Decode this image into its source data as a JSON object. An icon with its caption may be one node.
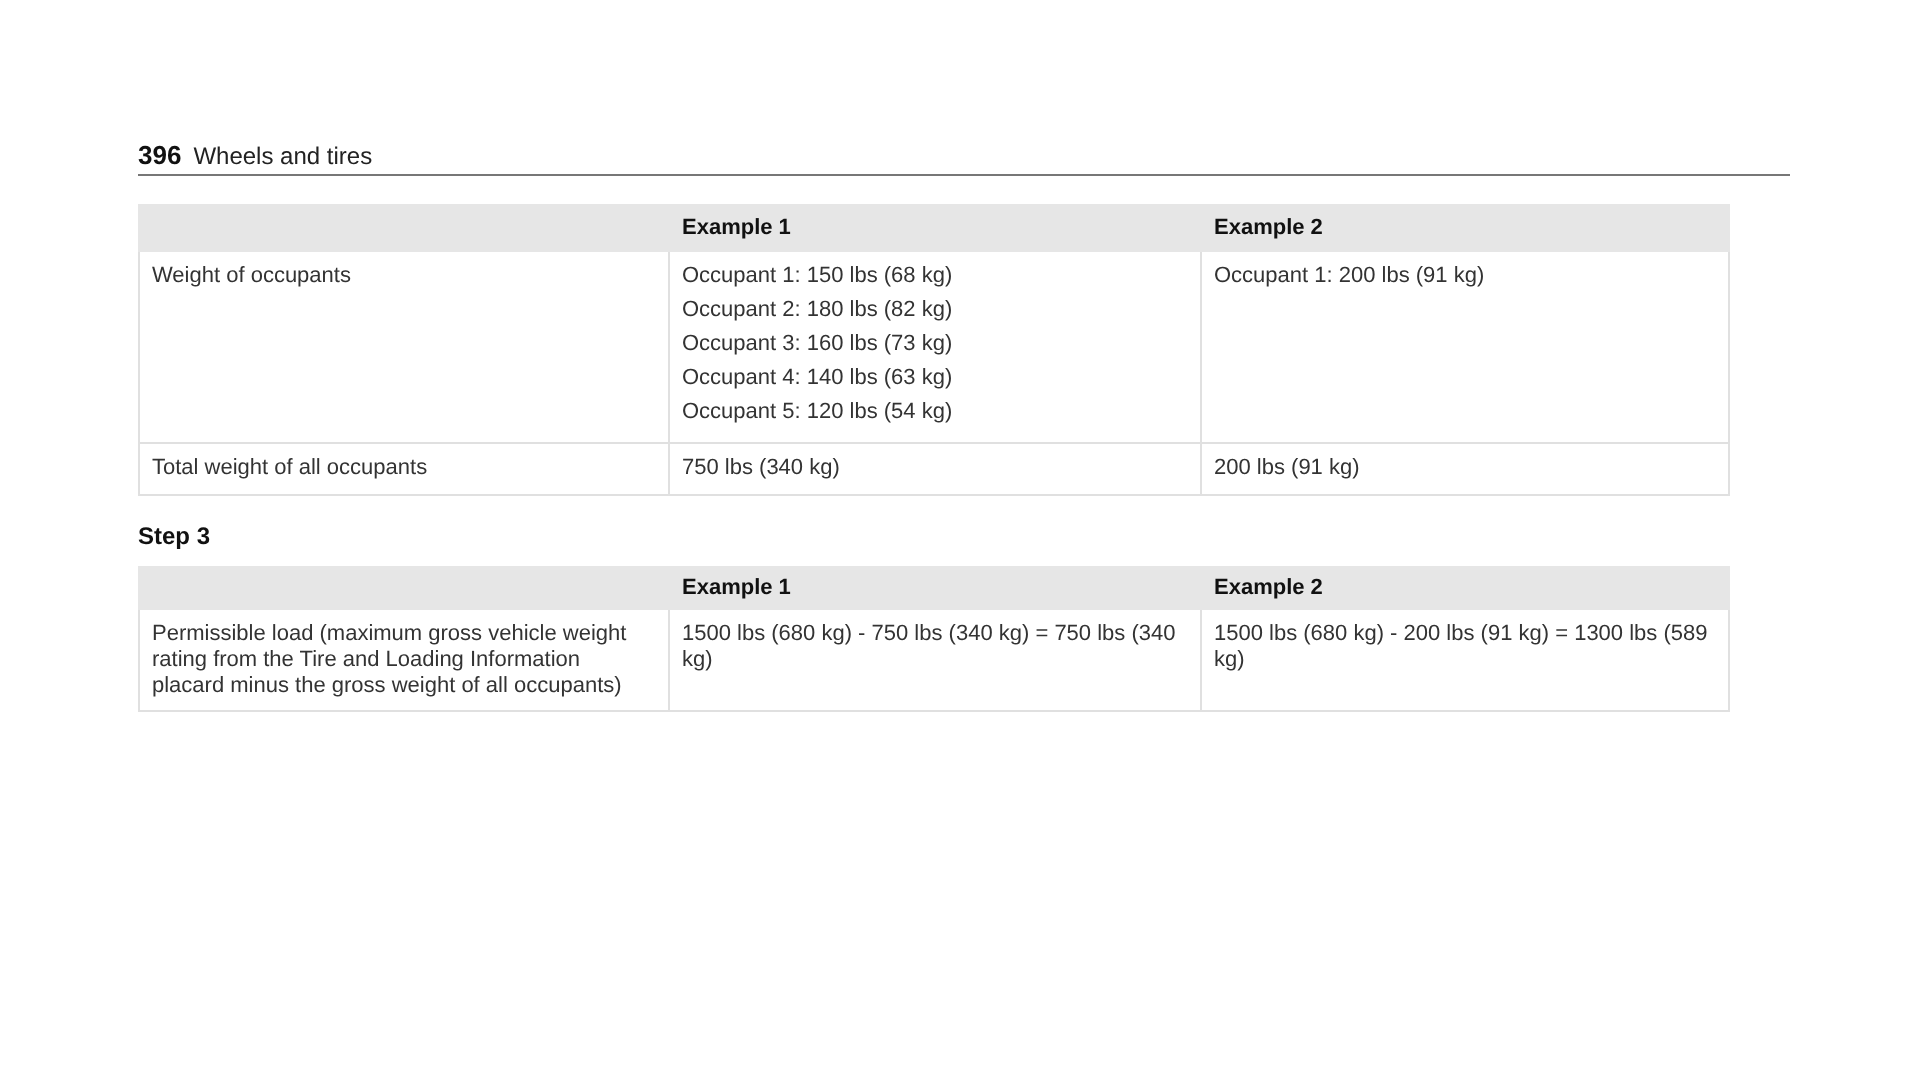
{
  "diagram": {
    "labels": [
      "396",
      "Wheels and tires",
      "Example 1",
      "Example 2",
      "Weight of occupants",
      "Occupant 1: 150 lbs (68 kg)",
      "Occupant 2: 180 lbs (82 kg)",
      "Occupant 3: 160 lbs (73 kg)",
      "Occupant 4: 140 lbs (63 kg)",
      "Occupant 5: 120 lbs (54 kg)",
      "Occupant 1: 200 lbs (91 kg)",
      "Total weight of all occupants",
      "750 lbs (340 kg)",
      "200 lbs (91 kg)",
      "Step 3",
      "Example 1",
      "Example 2",
      "Permissible load (maximum gross vehicle weight rating from the Tire and Loading Information placard minus the gross weight of all occupants)",
      "1500 lbs (680 kg) - 750 lbs (340 kg) = 750 lbs (340 kg)",
      "1500 lbs (680 kg) - 200 lbs (91 kg) = 1300 lbs (589 kg)"
    ]
  }
}
